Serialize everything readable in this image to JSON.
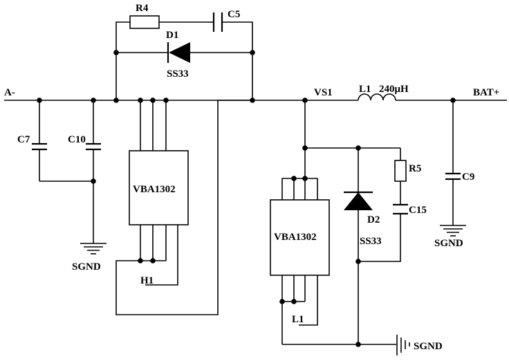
{
  "labels": {
    "a_minus": "A-",
    "vs1": "VS1",
    "bat_plus": "BAT+",
    "r4": "R4",
    "c5": "C5",
    "d1": "D1",
    "ss33_top": "SS33",
    "c7": "C7",
    "c10": "C10",
    "sgnd_left": "SGND",
    "chip_high": "VBA1302",
    "h1": "H1",
    "l1": "L1",
    "l1_value": "240μH",
    "c9": "C9",
    "sgnd_right": "SGND",
    "r5": "R5",
    "c15": "C15",
    "d2": "D2",
    "ss33_bottom": "SS33",
    "chip_low": "VBA1302",
    "l1_gate": "L1",
    "sgnd_bottom": "SGND"
  }
}
